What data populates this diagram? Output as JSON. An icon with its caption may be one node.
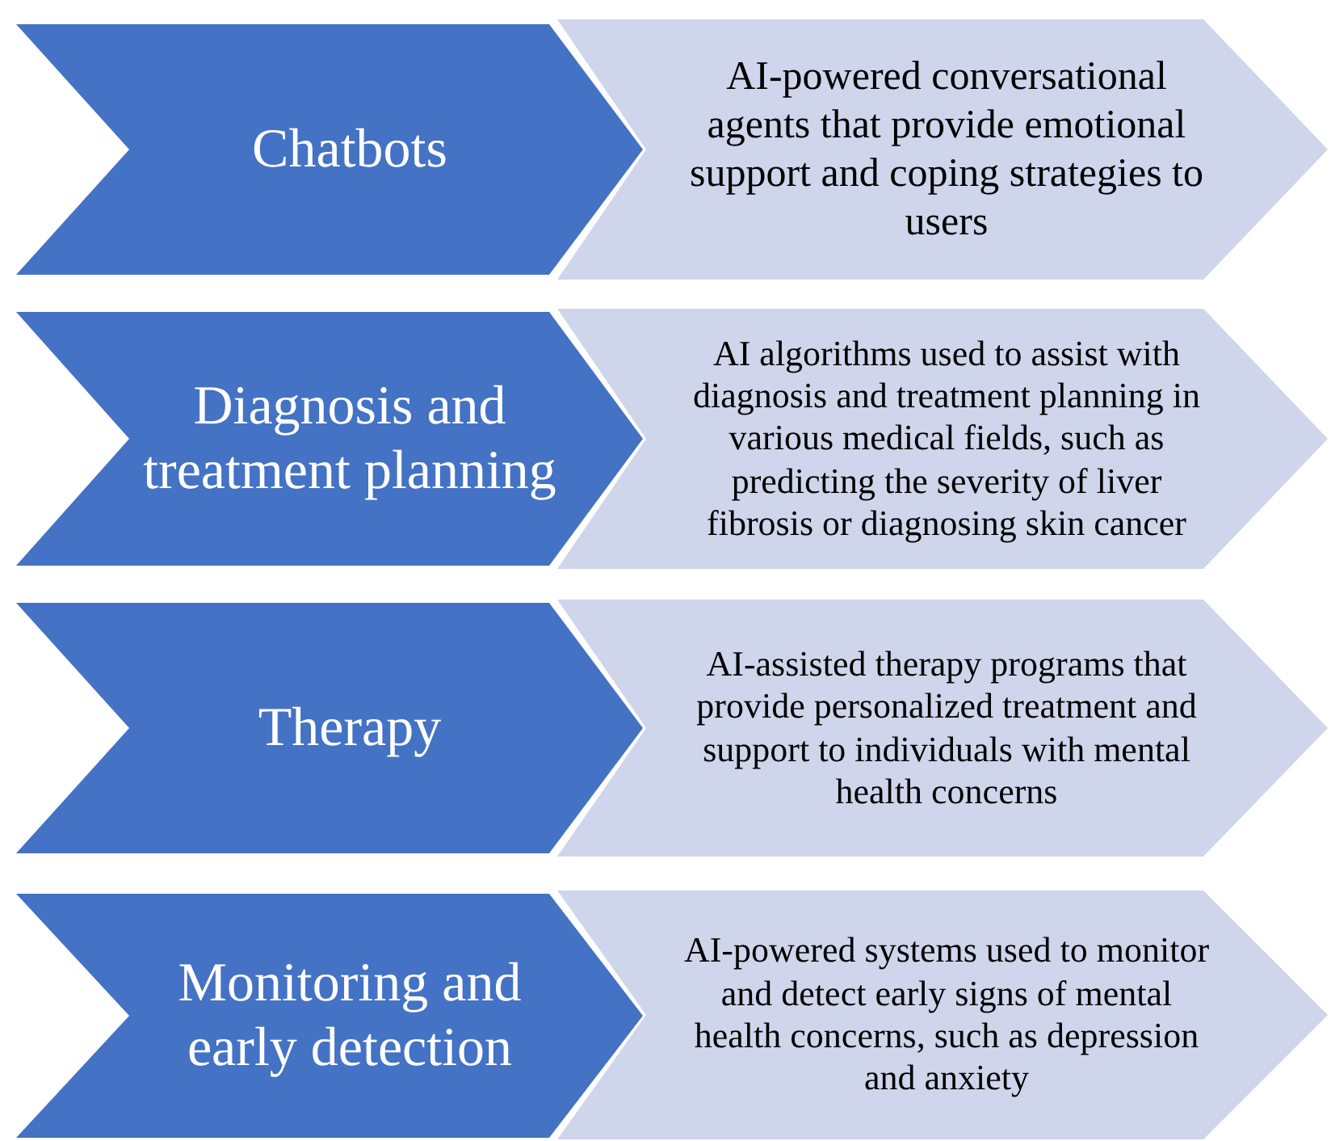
{
  "diagram": {
    "nodes": [
      {
        "text": [
          "Chatbots"
        ]
      },
      {
        "text": [
          "AI-powered conversational agents that provide emotional support and coping strategies to users"
        ]
      },
      {
        "text": [
          "Diagnosis and treatment planning"
        ]
      },
      {
        "text": [
          "AI algorithms used to assist with diagnosis and treatment planning in various medical fields, such as predicting the severity of liver fibrosis or diagnosing skin cancer"
        ]
      },
      {
        "text": [
          "Therapy"
        ]
      },
      {
        "text": [
          "AI-assisted therapy programs that provide personalized treatment and support to individuals with mental health concerns"
        ]
      },
      {
        "text": [
          "Monitoring and early detection"
        ]
      },
      {
        "text": [
          "AI-powered systems used to monitor and detect early signs of mental health concerns, such as depression and anxiety"
        ]
      }
    ]
  }
}
